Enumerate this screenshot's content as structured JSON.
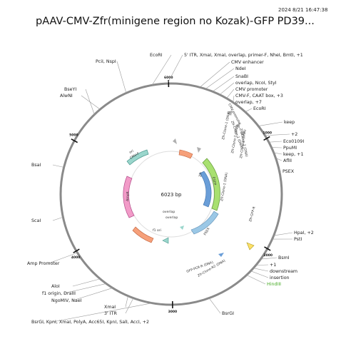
{
  "header": {
    "timestamp": "2024 8/21 16:47:38",
    "title": "pAAV-CMV-Zfr(minigene region no Kozak)-GFP PD39..."
  },
  "map": {
    "size_label": "6023 bp",
    "ticks": [
      {
        "label": "6000"
      },
      {
        "label": "1000"
      },
      {
        "label": "2000"
      },
      {
        "label": "3000"
      },
      {
        "label": "4000"
      },
      {
        "label": "5000"
      }
    ],
    "site_labels": [
      "EcoRI",
      "5' ITR, XmaI, XmaI, overlap, primer-F, NheI, BmtI, +1",
      "CMV enhancer",
      "NdeI",
      "SnaBI",
      "overlap, NcoI, StyI",
      "CMV promoter",
      "CMV-F, CAAT box, +3",
      "overlap, +7",
      "EcoRI",
      "keep",
      "+2",
      "Eco0109I",
      "PpuMI",
      "keep, +1",
      "AflII",
      "PSEX",
      "HpaI, +2",
      "PstI",
      "BsmI",
      "+1",
      "downstream",
      "insertion",
      "HindIII",
      "BsrGI",
      "BsrGI, KpnI, XmaI, PolyA, Acc65I, KpnI, SalI, AccI, +2",
      "3' ITR",
      "XmaI",
      "NgoMIV, NaeI",
      "f1 origin, DraIII",
      "AloI",
      "Amp Promoter",
      "ScaI",
      "BsaI",
      "BseYI",
      "AlwNI",
      "PciI, NspI"
    ],
    "feature_labels": [
      "CMV-F",
      "CMV promoter",
      "Zfr-Clone-2 (DNA)",
      "Zfr-Clone-2 (DNA)",
      "Zfr-Clone-1 (DNA)",
      "Zfr-Clone-1 (DNA)",
      "Zfr-Clone-2 (DNA)",
      "Zfr",
      "Zfr-Clone-1 (DNA)",
      "Zfr-GFP-R",
      "EGFP",
      "overlap",
      "overlap",
      "PSEX",
      "GFP-PCR-R (DNA)",
      "Zfr-Clone-R2 (DNA)",
      "AmpR",
      "ori",
      "f1 ori"
    ],
    "colors": {
      "backbone": "#8a8a8a",
      "egfp": "#a8e070",
      "cds_blue": "#6a9ed8",
      "ampr": "#f29bc8",
      "ori": "#ffe066",
      "promoter": "#f6a07a",
      "teal": "#9ad6cc",
      "itr": "#9bc8e6"
    }
  }
}
